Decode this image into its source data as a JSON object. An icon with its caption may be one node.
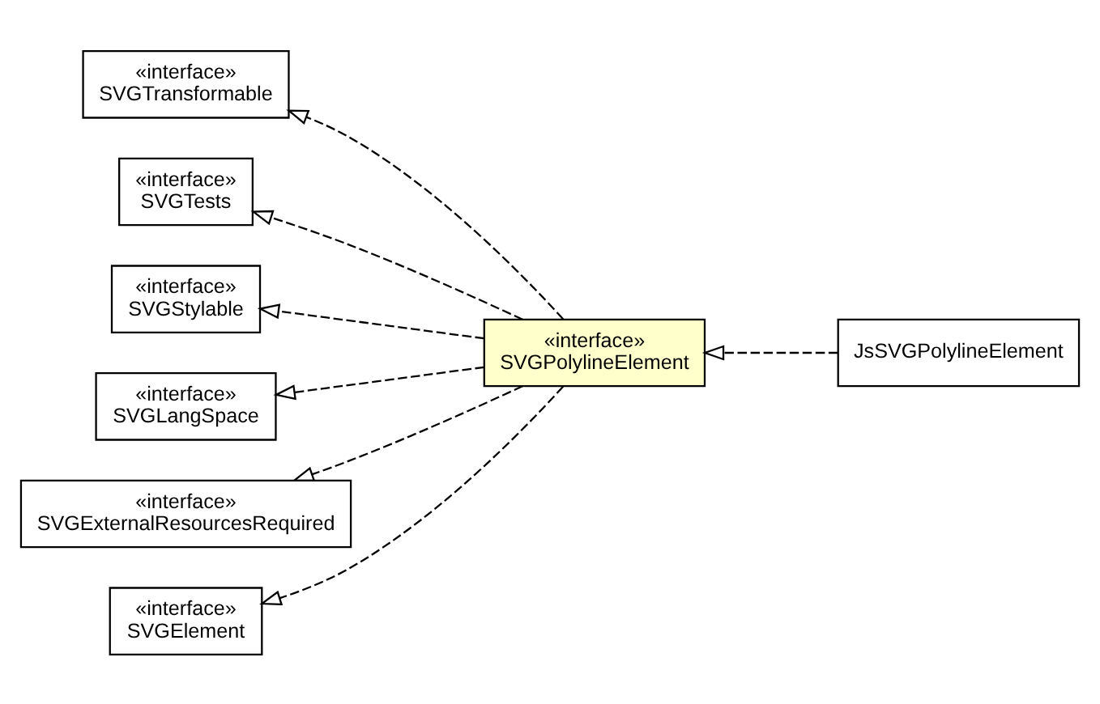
{
  "diagram": {
    "nodes": [
      {
        "text": [
          "«interface»",
          "SVGTransformable"
        ]
      },
      {
        "text": [
          "«interface»",
          "SVGTests"
        ]
      },
      {
        "text": [
          "«interface»",
          "SVGStylable"
        ]
      },
      {
        "text": [
          "«interface»",
          "SVGLangSpace"
        ]
      },
      {
        "text": [
          "«interface»",
          "SVGExternalResourcesRequired"
        ]
      },
      {
        "text": [
          "«interface»",
          "SVGElement"
        ]
      },
      {
        "text": [
          "«interface»",
          "SVGPolylineElement"
        ]
      },
      {
        "text": [
          "JsSVGPolylineElement"
        ]
      }
    ],
    "edges": [
      {
        "from": 6,
        "to": 0,
        "arrow": "to",
        "style": "dashed"
      },
      {
        "from": 6,
        "to": 1,
        "arrow": "to",
        "style": "dashed"
      },
      {
        "from": 6,
        "to": 2,
        "arrow": "to",
        "style": "dashed"
      },
      {
        "from": 6,
        "to": 3,
        "arrow": "to",
        "style": "dashed"
      },
      {
        "from": 6,
        "to": 4,
        "arrow": "to",
        "style": "dashed"
      },
      {
        "from": 6,
        "to": 5,
        "arrow": "to",
        "style": "dashed"
      },
      {
        "from": 7,
        "to": 6,
        "arrow": "to",
        "style": "dashed"
      }
    ]
  }
}
